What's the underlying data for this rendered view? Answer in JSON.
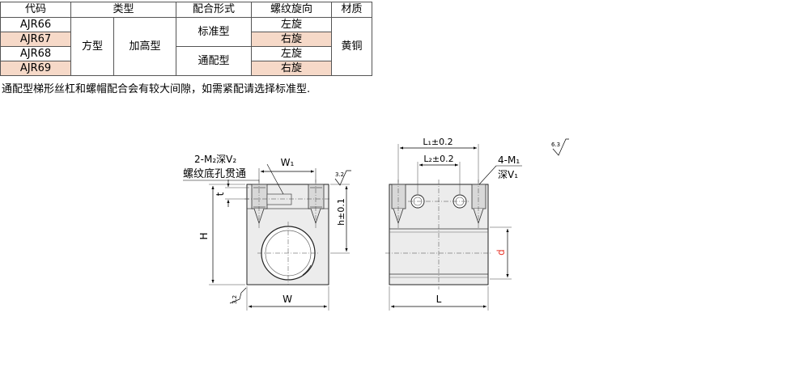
{
  "table": {
    "headers": [
      "代码",
      "类型",
      "配合形式",
      "螺纹旋向",
      "材质"
    ],
    "codes": [
      "AJR66",
      "AJR67",
      "AJR68",
      "AJR69"
    ],
    "type_shape": "方型",
    "type_height": "加高型",
    "fit_standard": "标准型",
    "fit_general": "通配型",
    "threads": [
      "左旋",
      "右旋",
      "左旋",
      "右旋"
    ],
    "material": "黄铜"
  },
  "note": "通配型梯形丝杠和螺帽配合会有较大间隙，如需紧配请选择标准型.",
  "drawing": {
    "hole_label_1": "2-M₂深V₂",
    "hole_label_2": "螺纹底孔贯通",
    "w1": "W₁",
    "t": "t",
    "h_tol": "h±0.1",
    "H": "H",
    "W": "W",
    "roughness_a": "3.2",
    "roughness_b": "3.2",
    "roughness_c": "6.3",
    "l1": "L₁±0.2",
    "l2": "L₂±0.2",
    "m1": "4-M₁",
    "v1": "深V₁",
    "d": "d",
    "L": "L",
    "accent_color": "#e8382c"
  }
}
